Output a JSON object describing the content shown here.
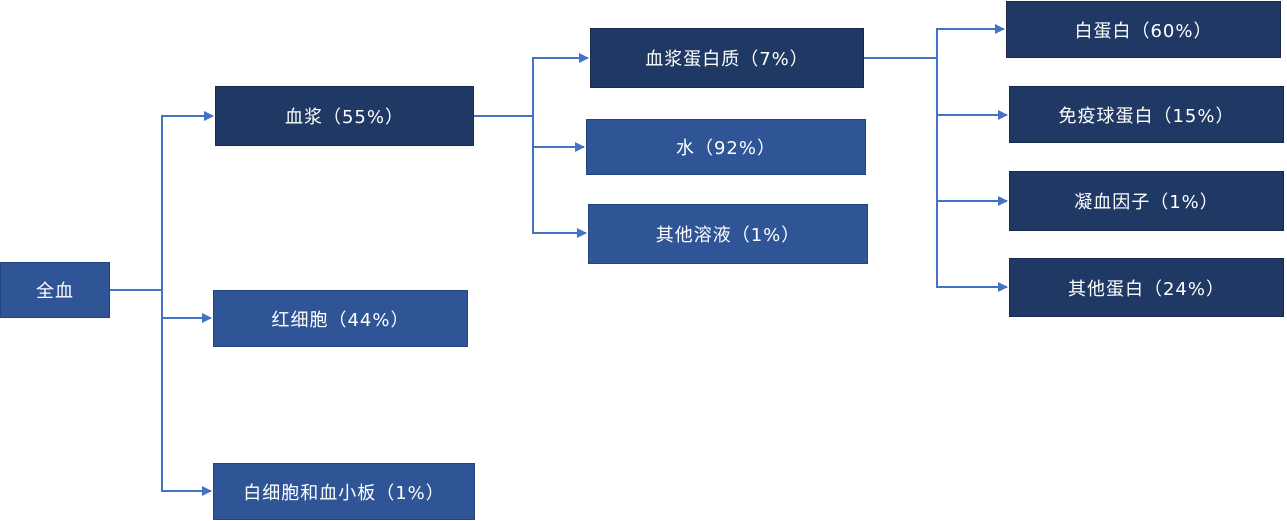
{
  "nodes": {
    "whole_blood": "全血",
    "plasma": "血浆（55%）",
    "rbc": "红细胞（44%）",
    "wbc_platelets": "白细胞和血小板（1%）",
    "plasma_protein": "血浆蛋白质（7%）",
    "water": "水（92%）",
    "other_solutes": "其他溶液（1%）",
    "albumin": "白蛋白（60%）",
    "immunoglobulin": "免疫球蛋白（15%）",
    "clotting_factor": "凝血因子（1%）",
    "other_protein": "其他蛋白（24%）"
  },
  "colors": {
    "dark_node": "#1f3864",
    "mid_node": "#2f5597",
    "connector": "#4472c4"
  }
}
